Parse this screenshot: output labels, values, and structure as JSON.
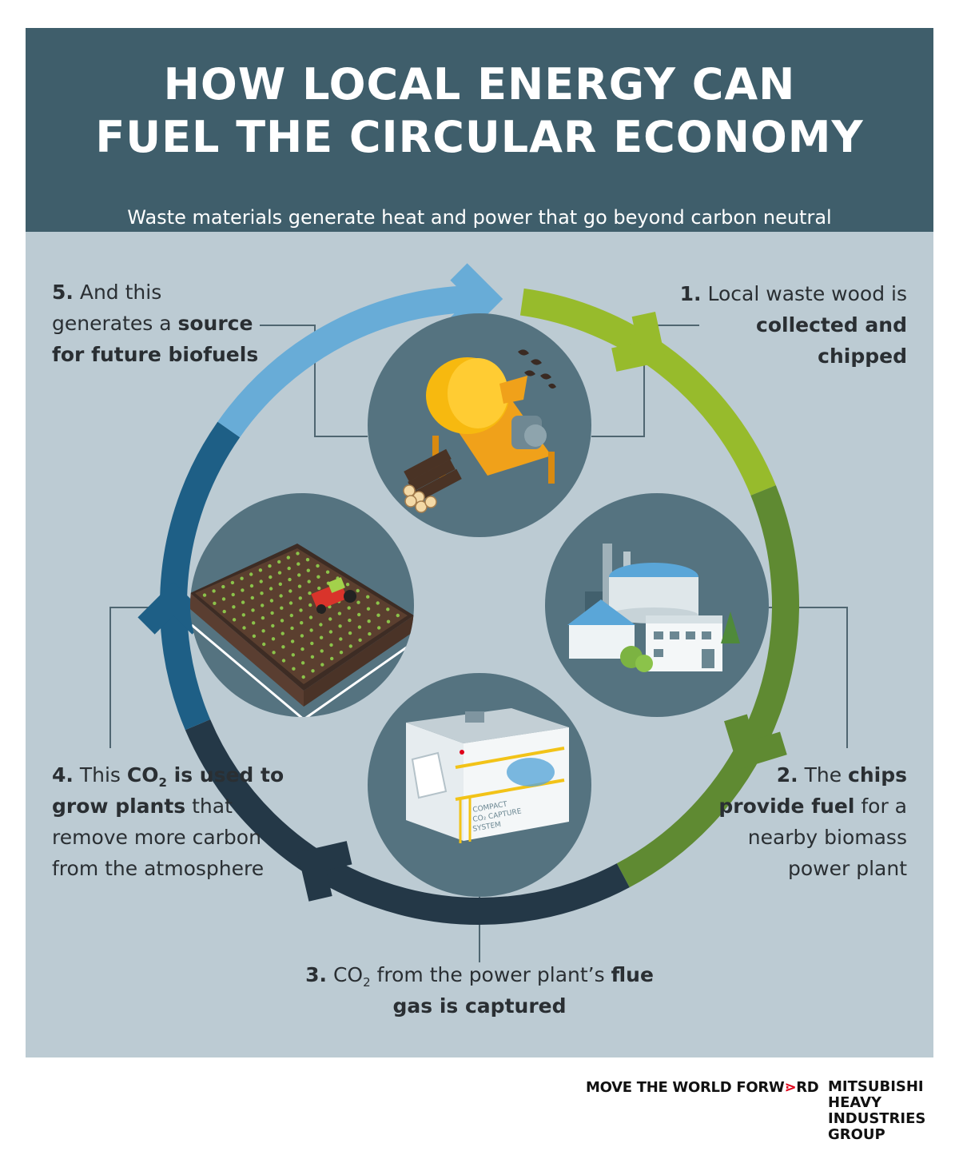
{
  "header": {
    "title_line1": "HOW LOCAL ENERGY CAN",
    "title_line2": "FUEL THE CIRCULAR ECONOMY",
    "subtitle": "Waste materials generate heat and power that go beyond carbon neutral"
  },
  "steps": [
    {
      "number": "1.",
      "parts": [
        {
          "text": " Local waste wood is ",
          "bold": false
        },
        {
          "text": "collected and chipped",
          "bold": true
        }
      ]
    },
    {
      "number": "2.",
      "parts": [
        {
          "text": " The ",
          "bold": false
        },
        {
          "text": "chips provide fuel",
          "bold": true
        },
        {
          "text": " for a nearby biomass power plant",
          "bold": false
        }
      ]
    },
    {
      "number": "3.",
      "parts": [
        {
          "text": " CO",
          "bold": false
        },
        {
          "text": "2",
          "bold": false,
          "sub": true
        },
        {
          "text": " from the power plant’s ",
          "bold": false
        },
        {
          "text": "flue gas is captured",
          "bold": true
        }
      ]
    },
    {
      "number": "4.",
      "parts": [
        {
          "text": " This ",
          "bold": false
        },
        {
          "text": "CO",
          "bold": true
        },
        {
          "text": "2",
          "bold": true,
          "sub": true
        },
        {
          "text": " is used to grow plants",
          "bold": true
        },
        {
          "text": " that remove more carbon from the atmosphere",
          "bold": false
        }
      ]
    },
    {
      "number": "5.",
      "parts": [
        {
          "text": " And this generates a ",
          "bold": false
        },
        {
          "text": "source for future biofuels",
          "bold": true
        }
      ]
    }
  ],
  "illustrations": {
    "capture_label_line1": "COMPACT",
    "capture_label_line2": "CO₂ CAPTURE",
    "capture_label_line3": "SYSTEM"
  },
  "footer": {
    "tagline_part1": "MOVE THE WORLD FORW",
    "tagline_mark": "⋗",
    "tagline_part2": "RD",
    "brand_line1": "MITSUBISHI",
    "brand_line2": "HEAVY",
    "brand_line3": "INDUSTRIES",
    "brand_line4": "GROUP"
  },
  "colors": {
    "header_bg": "#3f5e6b",
    "panel_bg": "#bccbd3",
    "circle_bg": "#557380",
    "arrow_green_light": "#97bb2c",
    "arrow_green_dark": "#5f8a32",
    "arrow_navy": "#243847",
    "arrow_blue_dark": "#1e5f86",
    "arrow_blue_light": "#68acd7",
    "accent_red": "#e0001a"
  }
}
